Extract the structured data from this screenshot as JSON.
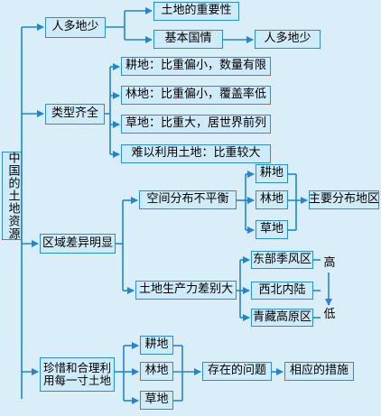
{
  "root": "中国的土地资源",
  "branches": {
    "people": {
      "label": "人多地少",
      "importance": "土地的重要性",
      "policy": "基本国情",
      "result": "人多地少"
    },
    "types": {
      "label": "类型齐全",
      "items": [
        "耕地：比重偏小，数量有限",
        "林地：比重偏小，覆盖率低",
        "草地：比重大，居世界前列",
        "难以利用土地：比重较大"
      ]
    },
    "regional": {
      "label": "区域差异明显",
      "distribution": "空间分布不平衡",
      "land_types": [
        "耕地",
        "林地",
        "草地"
      ],
      "main_area": "主要分布地区",
      "productivity": "土地生产力差别大",
      "regions": [
        "东部季风区",
        "西北内陆",
        "青藏高原区"
      ],
      "high": "高",
      "low": "低"
    },
    "cherish": {
      "label": "珍惜和合理利用每一寸土地",
      "land_types": [
        "耕地",
        "林地",
        "草地"
      ],
      "problems": "存在的问题",
      "measures": "相应的措施"
    }
  }
}
